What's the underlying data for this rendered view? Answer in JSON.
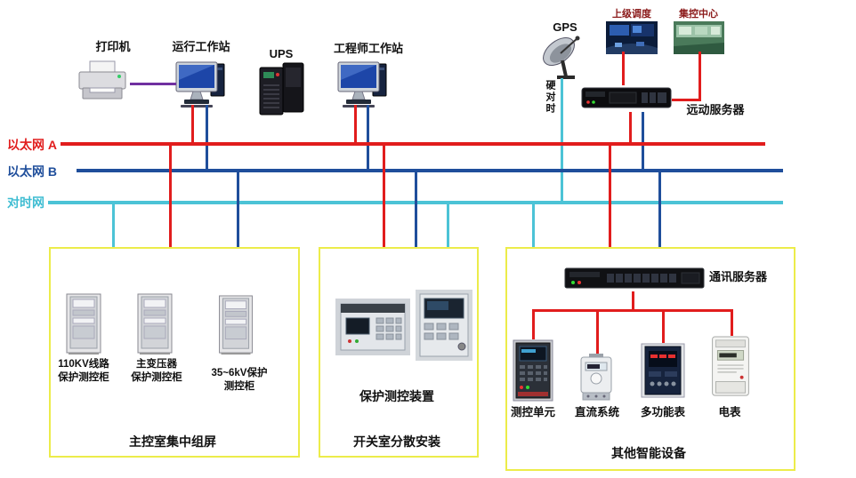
{
  "top": {
    "printer": "打印机",
    "operator_ws": "运行工作站",
    "ups": "UPS",
    "engineer_ws": "工程师工作站",
    "gps": "GPS",
    "upper_dispatch": "上级调度",
    "central_control": "集控中心",
    "telecontrol_server": "远动服务器",
    "hard_time_sync": "硬对时"
  },
  "buses": {
    "ethernet_a": "以太网 A",
    "ethernet_b": "以太网 B",
    "time_net": "对时网"
  },
  "main_control_room": {
    "title": "主控室集中组屏",
    "cabinets": [
      {
        "line1": "110KV线路",
        "line2": "保护测控柜"
      },
      {
        "line1": "主变压器",
        "line2": "保护测控柜"
      },
      {
        "line1": "35~6kV保护",
        "line2": "测控柜"
      }
    ]
  },
  "switch_room": {
    "title": "开关室分散安装",
    "device_label": "保护测控装置"
  },
  "other_devices": {
    "title": "其他智能设备",
    "comm_server": "通讯服务器",
    "items": [
      {
        "label": "测控单元"
      },
      {
        "label": "直流系统"
      },
      {
        "label": "多功能表"
      },
      {
        "label": "电表"
      }
    ]
  },
  "colors": {
    "ethernet_a": "#e11d1d",
    "ethernet_b": "#1f4e9b",
    "time_net": "#4cc3d6",
    "zone_border": "#ecec4a",
    "printer_link": "#7030a0"
  }
}
